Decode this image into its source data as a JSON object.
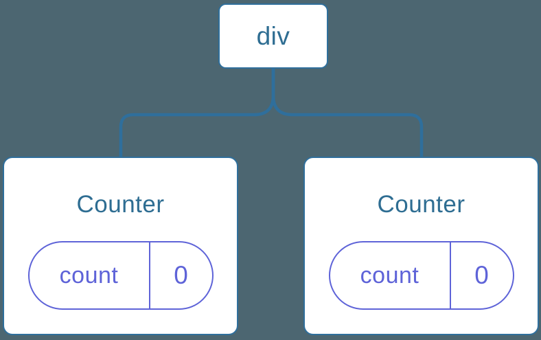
{
  "diagram": {
    "type": "component-tree",
    "colors": {
      "background": "#4C6671",
      "node_border_blue": "#2F6F9C",
      "label_blue": "#2E6D92",
      "state_purple": "#5E63D8",
      "node_fill": "#FFFFFF"
    },
    "root": {
      "label": "div"
    },
    "children": [
      {
        "title": "Counter",
        "state_key": "count",
        "state_value": "0"
      },
      {
        "title": "Counter",
        "state_key": "count",
        "state_value": "0"
      }
    ]
  }
}
